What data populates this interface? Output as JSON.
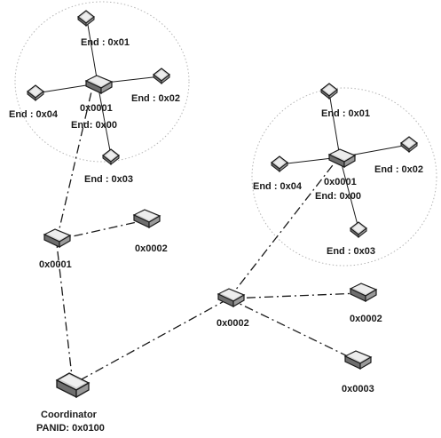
{
  "colors": {
    "ink": "#1a1a1a",
    "device_top": "#cfcfcf",
    "device_side": "#8a8a8a",
    "device_shade": "#5a5a5a",
    "circle": "#b5b5b5"
  },
  "icons": {
    "router": "router-device-icon",
    "end_device": "end-device-icon",
    "coordinator": "coordinator-device-icon"
  },
  "coordinator": {
    "title": "Coordinator",
    "panid": "PANID: 0x0100"
  },
  "routers": {
    "left": "0x0001",
    "left_child": "0x0002",
    "right": "0x0002",
    "right_child_a": "0x0002",
    "right_child_b": "0x0003"
  },
  "cluster_left": {
    "router_label": "0x0001",
    "router_end": "End: 0x00",
    "ends": [
      "End : 0x01",
      "End : 0x02",
      "End : 0x03",
      "End : 0x04"
    ]
  },
  "cluster_right": {
    "router_label": "0x0001",
    "router_end": "End: 0x00",
    "ends": [
      "End : 0x01",
      "End : 0x02",
      "End : 0x03",
      "End : 0x04"
    ]
  }
}
